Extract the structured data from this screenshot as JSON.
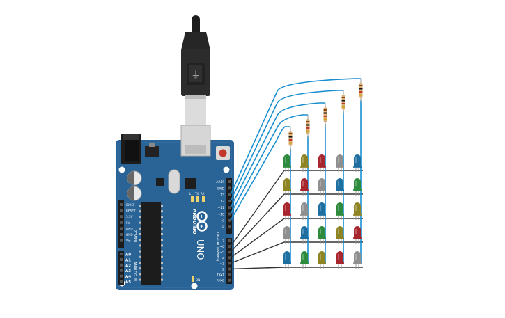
{
  "board": {
    "brand": "ARDUINO",
    "model": "UNO",
    "power_header_label": "POWER",
    "analog_header_label": "ANALOG IN",
    "digital_header_label": "DIGITAL (PWM~)",
    "power_pins": [
      "IOREF",
      "RESET",
      "3.3V",
      "5V",
      "GND",
      "GND",
      "Vin"
    ],
    "analog_pins": [
      "A0",
      "A1",
      "A2",
      "A3",
      "A4",
      "A5"
    ],
    "top_pins": [
      "AREF",
      "GND",
      "13",
      "12",
      "~11",
      "~10",
      "~9",
      "8"
    ],
    "bottom_pins": [
      "7",
      "~6",
      "~5",
      "4",
      "~3",
      "2",
      "TX▸1",
      "RX◂0"
    ],
    "led_labels": [
      "L",
      "TX",
      "RX",
      "ON"
    ]
  },
  "led_matrix": {
    "rows": [
      [
        "#2e8b3d",
        "#8e8424",
        "#a8262e",
        "#8f8f8f",
        "#1f6fa0"
      ],
      [
        "#8e8424",
        "#a8262e",
        "#8f8f8f",
        "#1f6fa0",
        "#2e8b3d"
      ],
      [
        "#a8262e",
        "#8f8f8f",
        "#1f6fa0",
        "#2e8b3d",
        "#8e8424"
      ],
      [
        "#8f8f8f",
        "#1f6fa0",
        "#2e8b3d",
        "#8e8424",
        "#a8262e"
      ],
      [
        "#1f6fa0",
        "#2e8b3d",
        "#8e8424",
        "#a8262e",
        "#8f8f8f"
      ]
    ]
  },
  "colors": {
    "board": "#2a6496",
    "board_dark": "#1d4f7a",
    "anode_wire": "#1a8fd0",
    "cathode_wire": "#333333",
    "usb_cable": "#222222"
  }
}
